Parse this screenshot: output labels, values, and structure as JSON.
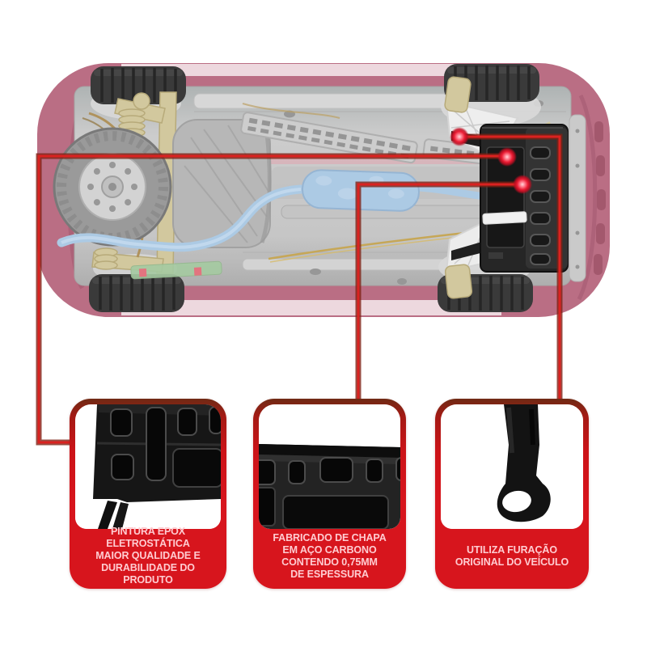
{
  "product": {
    "subject": "car-underside-with-engine-skid-plate",
    "callout_count": 3
  },
  "callout_boxes": [
    {
      "photo": "painted-skid-plate-corner",
      "label": "PINTURA EPOX\nELETROSTÁTICA\nMAIOR QUALIDADE E\nDURABILIDADE DO PRODUTO"
    },
    {
      "photo": "carbon-steel-plate-slots",
      "label": "FABRICADO DE CHAPA\nEM AÇO CARBONO\nCONTENDO 0,75MM\nDE ESPESSURA"
    },
    {
      "photo": "mounting-tab-original-hole",
      "label": "UTILIZA FURAÇÃO\nORIGINAL DO VEÍCULO"
    }
  ],
  "colors": {
    "panel-red": "#d7151d",
    "label-pink": "#ffccd1",
    "line-dark": "#7e2014",
    "line-bright": "#da2220",
    "dot-red": "#ea1c33",
    "maroon": "#b5647b",
    "maroon-light": "#ecd6dc",
    "tan": "#cfc497",
    "exhaust-blue": "#a6c6e3",
    "tire": "#2c2c2c",
    "plate": "#161616"
  }
}
